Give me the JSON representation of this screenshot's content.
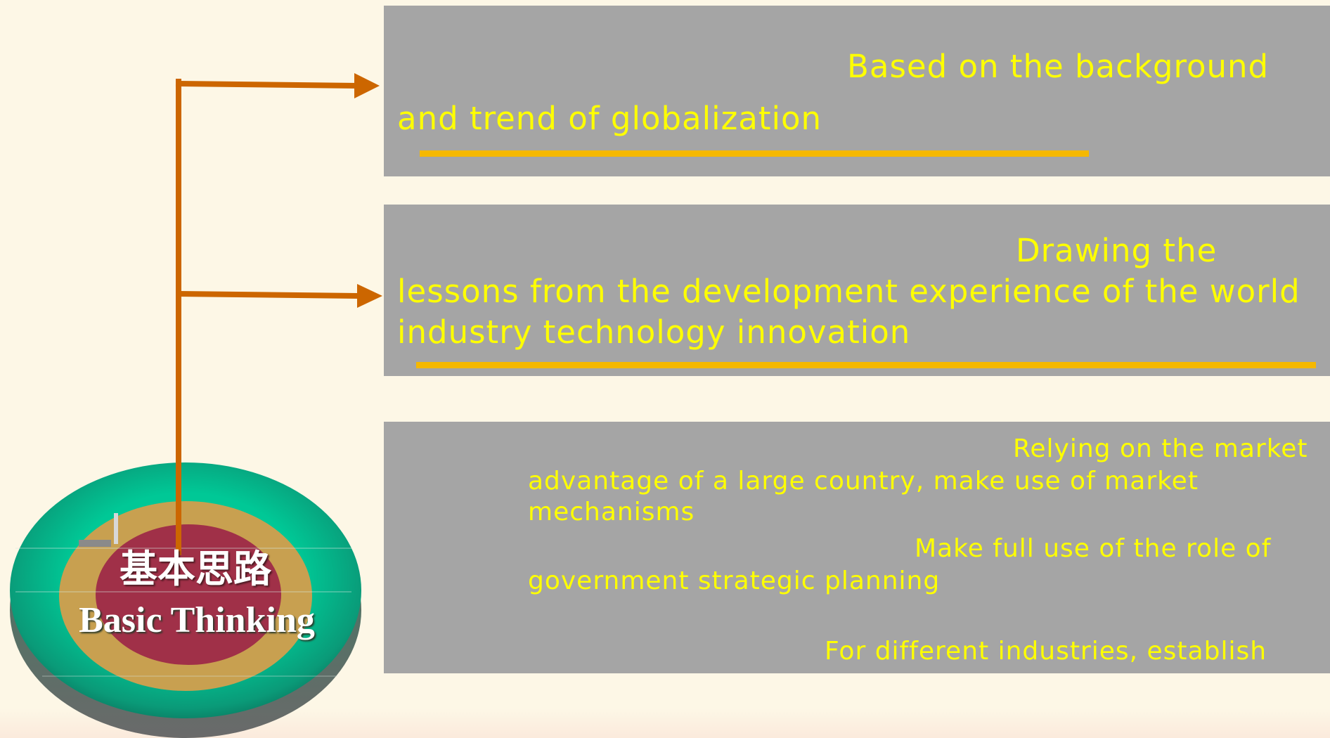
{
  "hub": {
    "title_cn": "基本思路",
    "title_en": "Basic Thinking"
  },
  "panels": [
    {
      "lines": [
        "Based on the background",
        "and trend of globalization"
      ]
    },
    {
      "lines": [
        "Drawing the",
        "lessons from the development experience of the world",
        "industry technology innovation"
      ]
    },
    {
      "lines": [
        "Relying on the market",
        "advantage of a large country, make use of market",
        "mechanisms",
        "Make full use of the role of",
        "government strategic planning",
        "For different industries, establish"
      ]
    }
  ],
  "colors": {
    "background": "#fdf7e6",
    "panel": "#a5a5a5",
    "panel_text": "#ffff00",
    "underline": "#f5b800",
    "connector": "#cc6600",
    "disc_outer": "#00c896",
    "disc_ring": "#c8a050",
    "disc_core": "#a03048"
  }
}
